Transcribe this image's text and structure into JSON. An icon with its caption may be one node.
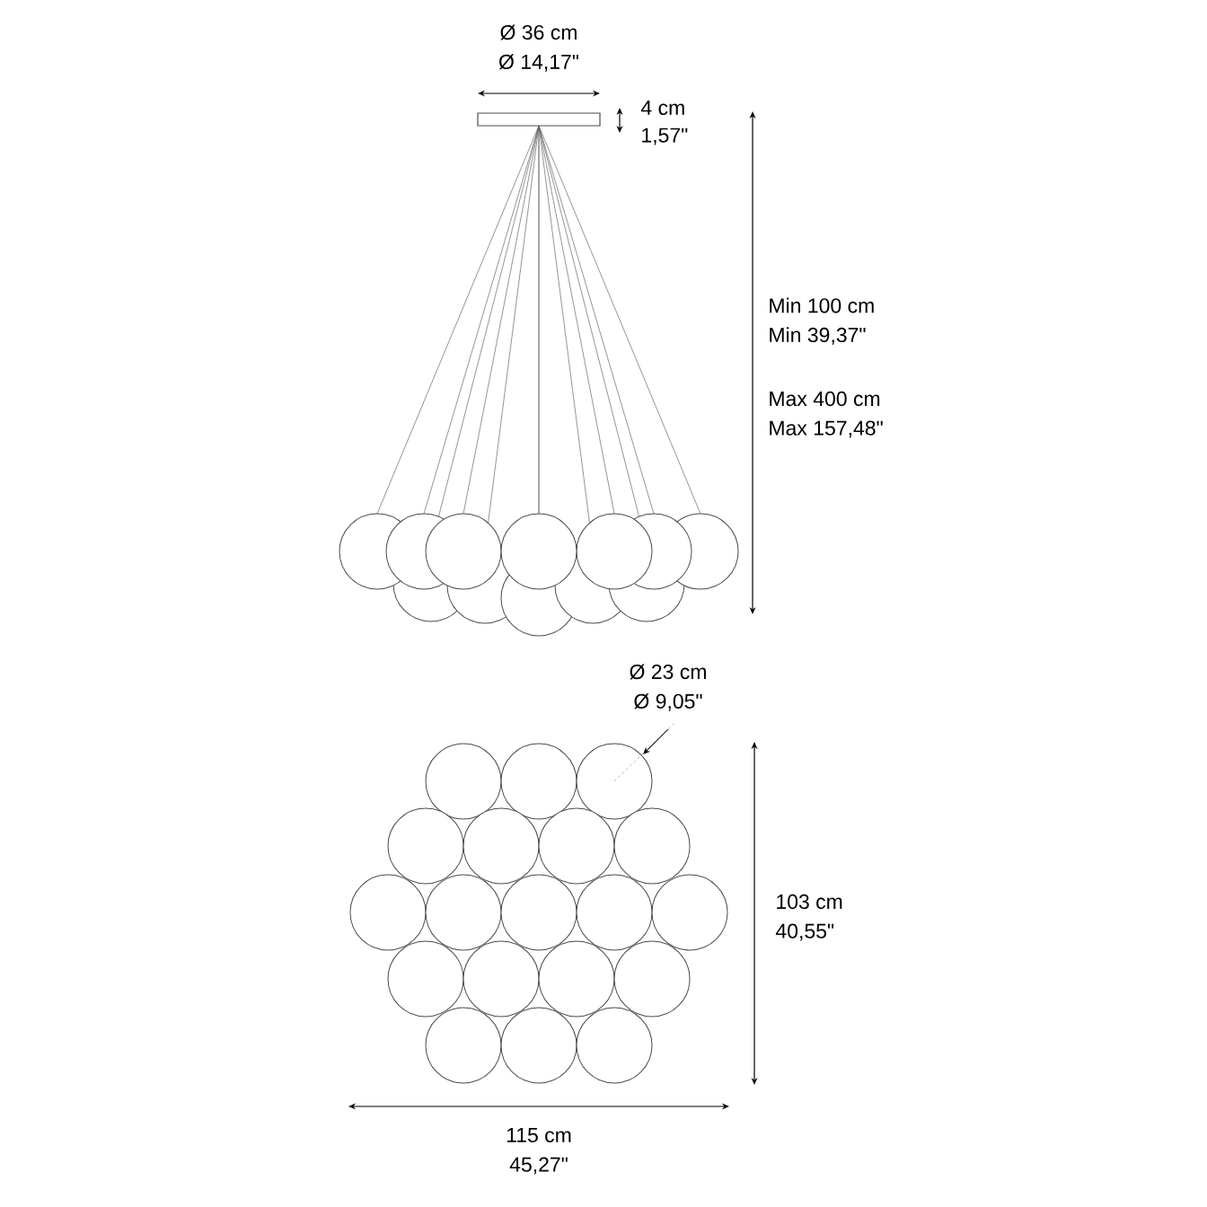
{
  "diagram": {
    "labels": [
      "Ø 36 cm",
      "Ø 14,17\"",
      "4 cm",
      "1,57\"",
      "Min 100 cm",
      "Min 39,37\"",
      "Max 400 cm",
      "Max 157,48\"",
      "Ø 23 cm",
      "Ø 9,05\"",
      "103 cm",
      "40,55\"",
      "115 cm",
      "45,27\""
    ]
  }
}
